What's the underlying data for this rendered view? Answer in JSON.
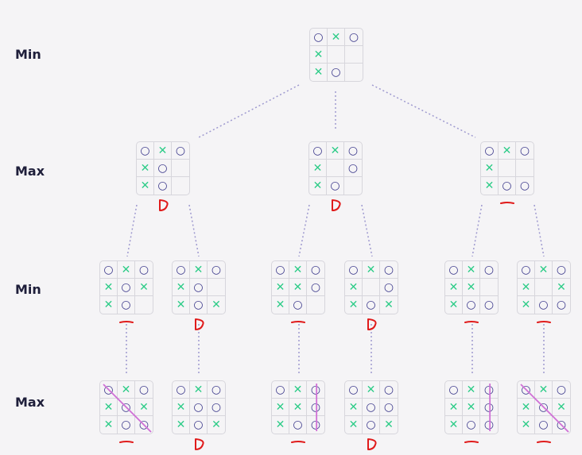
{
  "levels": [
    "Min",
    "Max",
    "Min",
    "Max"
  ],
  "colors": {
    "x": "#2ecc88",
    "o": "#3d3a8c",
    "connector": "#9e99cf",
    "score": "#e01b1b",
    "win_line": "#d070d6"
  },
  "boards": [
    {
      "name": "root",
      "cells": [
        "O",
        "X",
        "O",
        "X",
        "",
        "",
        "X",
        "O",
        ""
      ]
    },
    {
      "name": "l1-a",
      "cells": [
        "O",
        "X",
        "O",
        "X",
        "O",
        "",
        "X",
        "O",
        ""
      ],
      "score": "zero"
    },
    {
      "name": "l1-b",
      "cells": [
        "O",
        "X",
        "O",
        "X",
        "",
        "O",
        "X",
        "O",
        ""
      ],
      "score": "zero"
    },
    {
      "name": "l1-c",
      "cells": [
        "O",
        "X",
        "O",
        "X",
        "",
        "",
        "X",
        "O",
        "O"
      ],
      "score": "minus"
    },
    {
      "name": "l2-a",
      "cells": [
        "O",
        "X",
        "O",
        "X",
        "O",
        "X",
        "X",
        "O",
        ""
      ],
      "score": "minus"
    },
    {
      "name": "l2-b",
      "cells": [
        "O",
        "X",
        "O",
        "X",
        "O",
        "",
        "X",
        "O",
        "X"
      ],
      "score": "zero"
    },
    {
      "name": "l2-c",
      "cells": [
        "O",
        "X",
        "O",
        "X",
        "X",
        "O",
        "X",
        "O",
        ""
      ],
      "score": "minus"
    },
    {
      "name": "l2-d",
      "cells": [
        "O",
        "X",
        "O",
        "X",
        "",
        "O",
        "X",
        "O",
        "X"
      ],
      "score": "zero"
    },
    {
      "name": "l2-e",
      "cells": [
        "O",
        "X",
        "O",
        "X",
        "X",
        "",
        "X",
        "O",
        "O"
      ],
      "score": "minus"
    },
    {
      "name": "l2-f",
      "cells": [
        "O",
        "X",
        "O",
        "X",
        "",
        "X",
        "X",
        "O",
        "O"
      ],
      "score": "minus"
    },
    {
      "name": "l3-a",
      "cells": [
        "O",
        "X",
        "O",
        "X",
        "O",
        "X",
        "X",
        "O",
        "O"
      ],
      "score": "minus",
      "win": "diag"
    },
    {
      "name": "l3-b",
      "cells": [
        "O",
        "X",
        "O",
        "X",
        "O",
        "O",
        "X",
        "O",
        "X"
      ],
      "score": "zero"
    },
    {
      "name": "l3-c",
      "cells": [
        "O",
        "X",
        "O",
        "X",
        "X",
        "O",
        "X",
        "O",
        "O"
      ],
      "score": "minus",
      "win": "col2"
    },
    {
      "name": "l3-d",
      "cells": [
        "O",
        "X",
        "O",
        "X",
        "O",
        "O",
        "X",
        "O",
        "X"
      ],
      "score": "zero"
    },
    {
      "name": "l3-e",
      "cells": [
        "O",
        "X",
        "O",
        "X",
        "X",
        "O",
        "X",
        "O",
        "O"
      ],
      "score": "minus",
      "win": "col2"
    },
    {
      "name": "l3-f",
      "cells": [
        "O",
        "X",
        "O",
        "X",
        "O",
        "X",
        "X",
        "O",
        "O"
      ],
      "score": "minus",
      "win": "diag"
    }
  ]
}
